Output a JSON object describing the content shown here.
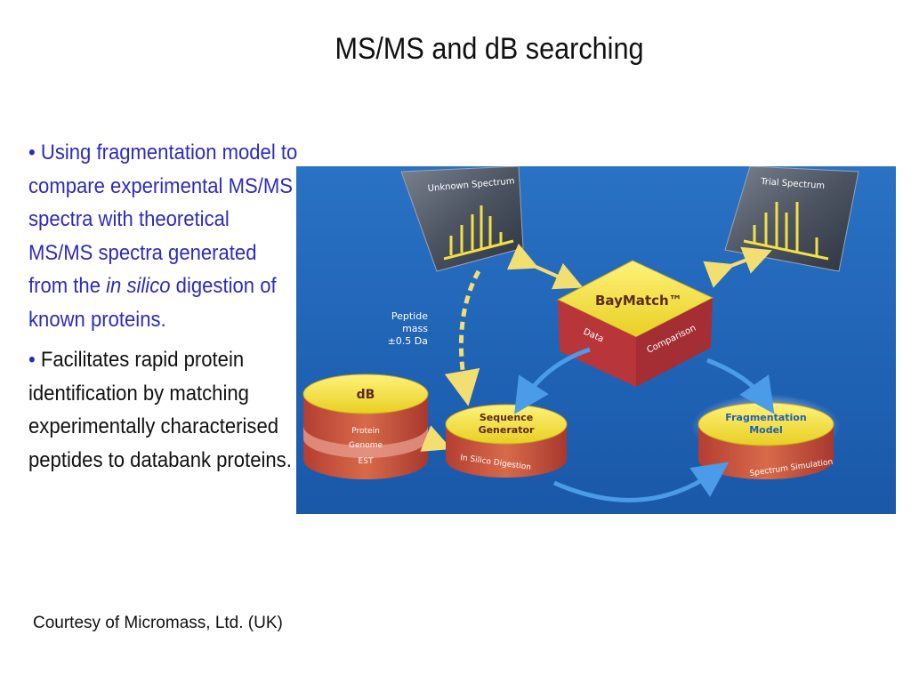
{
  "slide": {
    "title": "MS/MS and dB searching",
    "bullet1": {
      "marker": "•",
      "text_before": "Using fragmentation model  to compare experimental MS/MS spectra with theoretical MS/MS spectra generated from the ",
      "emphasis": "in silico",
      "text_after": " digestion of known proteins."
    },
    "bullet2": {
      "marker": "•",
      "text": "Facilitates rapid protein identification by matching experimentally characterised peptides to databank proteins."
    },
    "courtesy": "Courtesy of Micromass, Ltd. (UK)"
  },
  "diagram": {
    "unknown_spectrum": "Unknown Spectrum",
    "trial_spectrum": "Trial Spectrum",
    "baymatch": "BayMatch™",
    "data": "Data",
    "comparison": "Comparison",
    "peptide_mass": [
      "Peptide",
      "mass",
      "±0.5 Da"
    ],
    "db_title": "dB",
    "db_layers": [
      "Protein",
      "Genome",
      "EST"
    ],
    "sequence_generator": [
      "Sequence",
      "Generator"
    ],
    "in_silico_digestion": "In Silico Digestion",
    "fragmentation_model": [
      "Fragmentation",
      "Model"
    ],
    "spectrum_simulation": "Spectrum Simulation",
    "colors": {
      "background": "#2166ba",
      "disc_top": "#f2e23a",
      "disc_side": "#c8503a",
      "arrow": "#f3de72",
      "box_side": "#b8363a"
    }
  }
}
